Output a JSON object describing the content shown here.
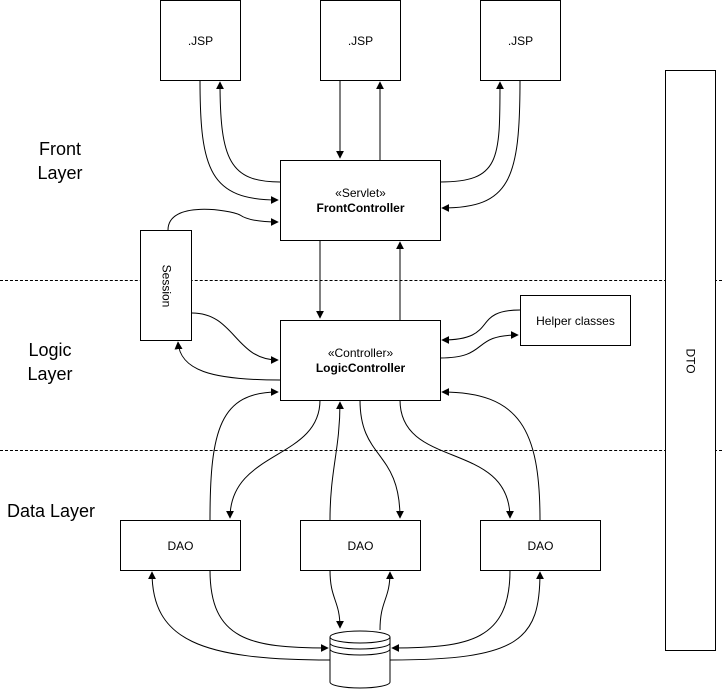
{
  "layers": {
    "front": "Front\nLayer",
    "logic": "Logic\nLayer",
    "data": "Data Layer"
  },
  "jsp_boxes": [
    ".JSP",
    ".JSP",
    ".JSP"
  ],
  "front_controller": {
    "stereotype": "«Servlet»",
    "name": "FrontController"
  },
  "session": "Session",
  "logic_controller": {
    "stereotype": "«Controller»",
    "name": "LogicController"
  },
  "helper": "Helper classes",
  "dao_boxes": [
    "DAO",
    "DAO",
    "DAO"
  ],
  "dto": "DTO"
}
